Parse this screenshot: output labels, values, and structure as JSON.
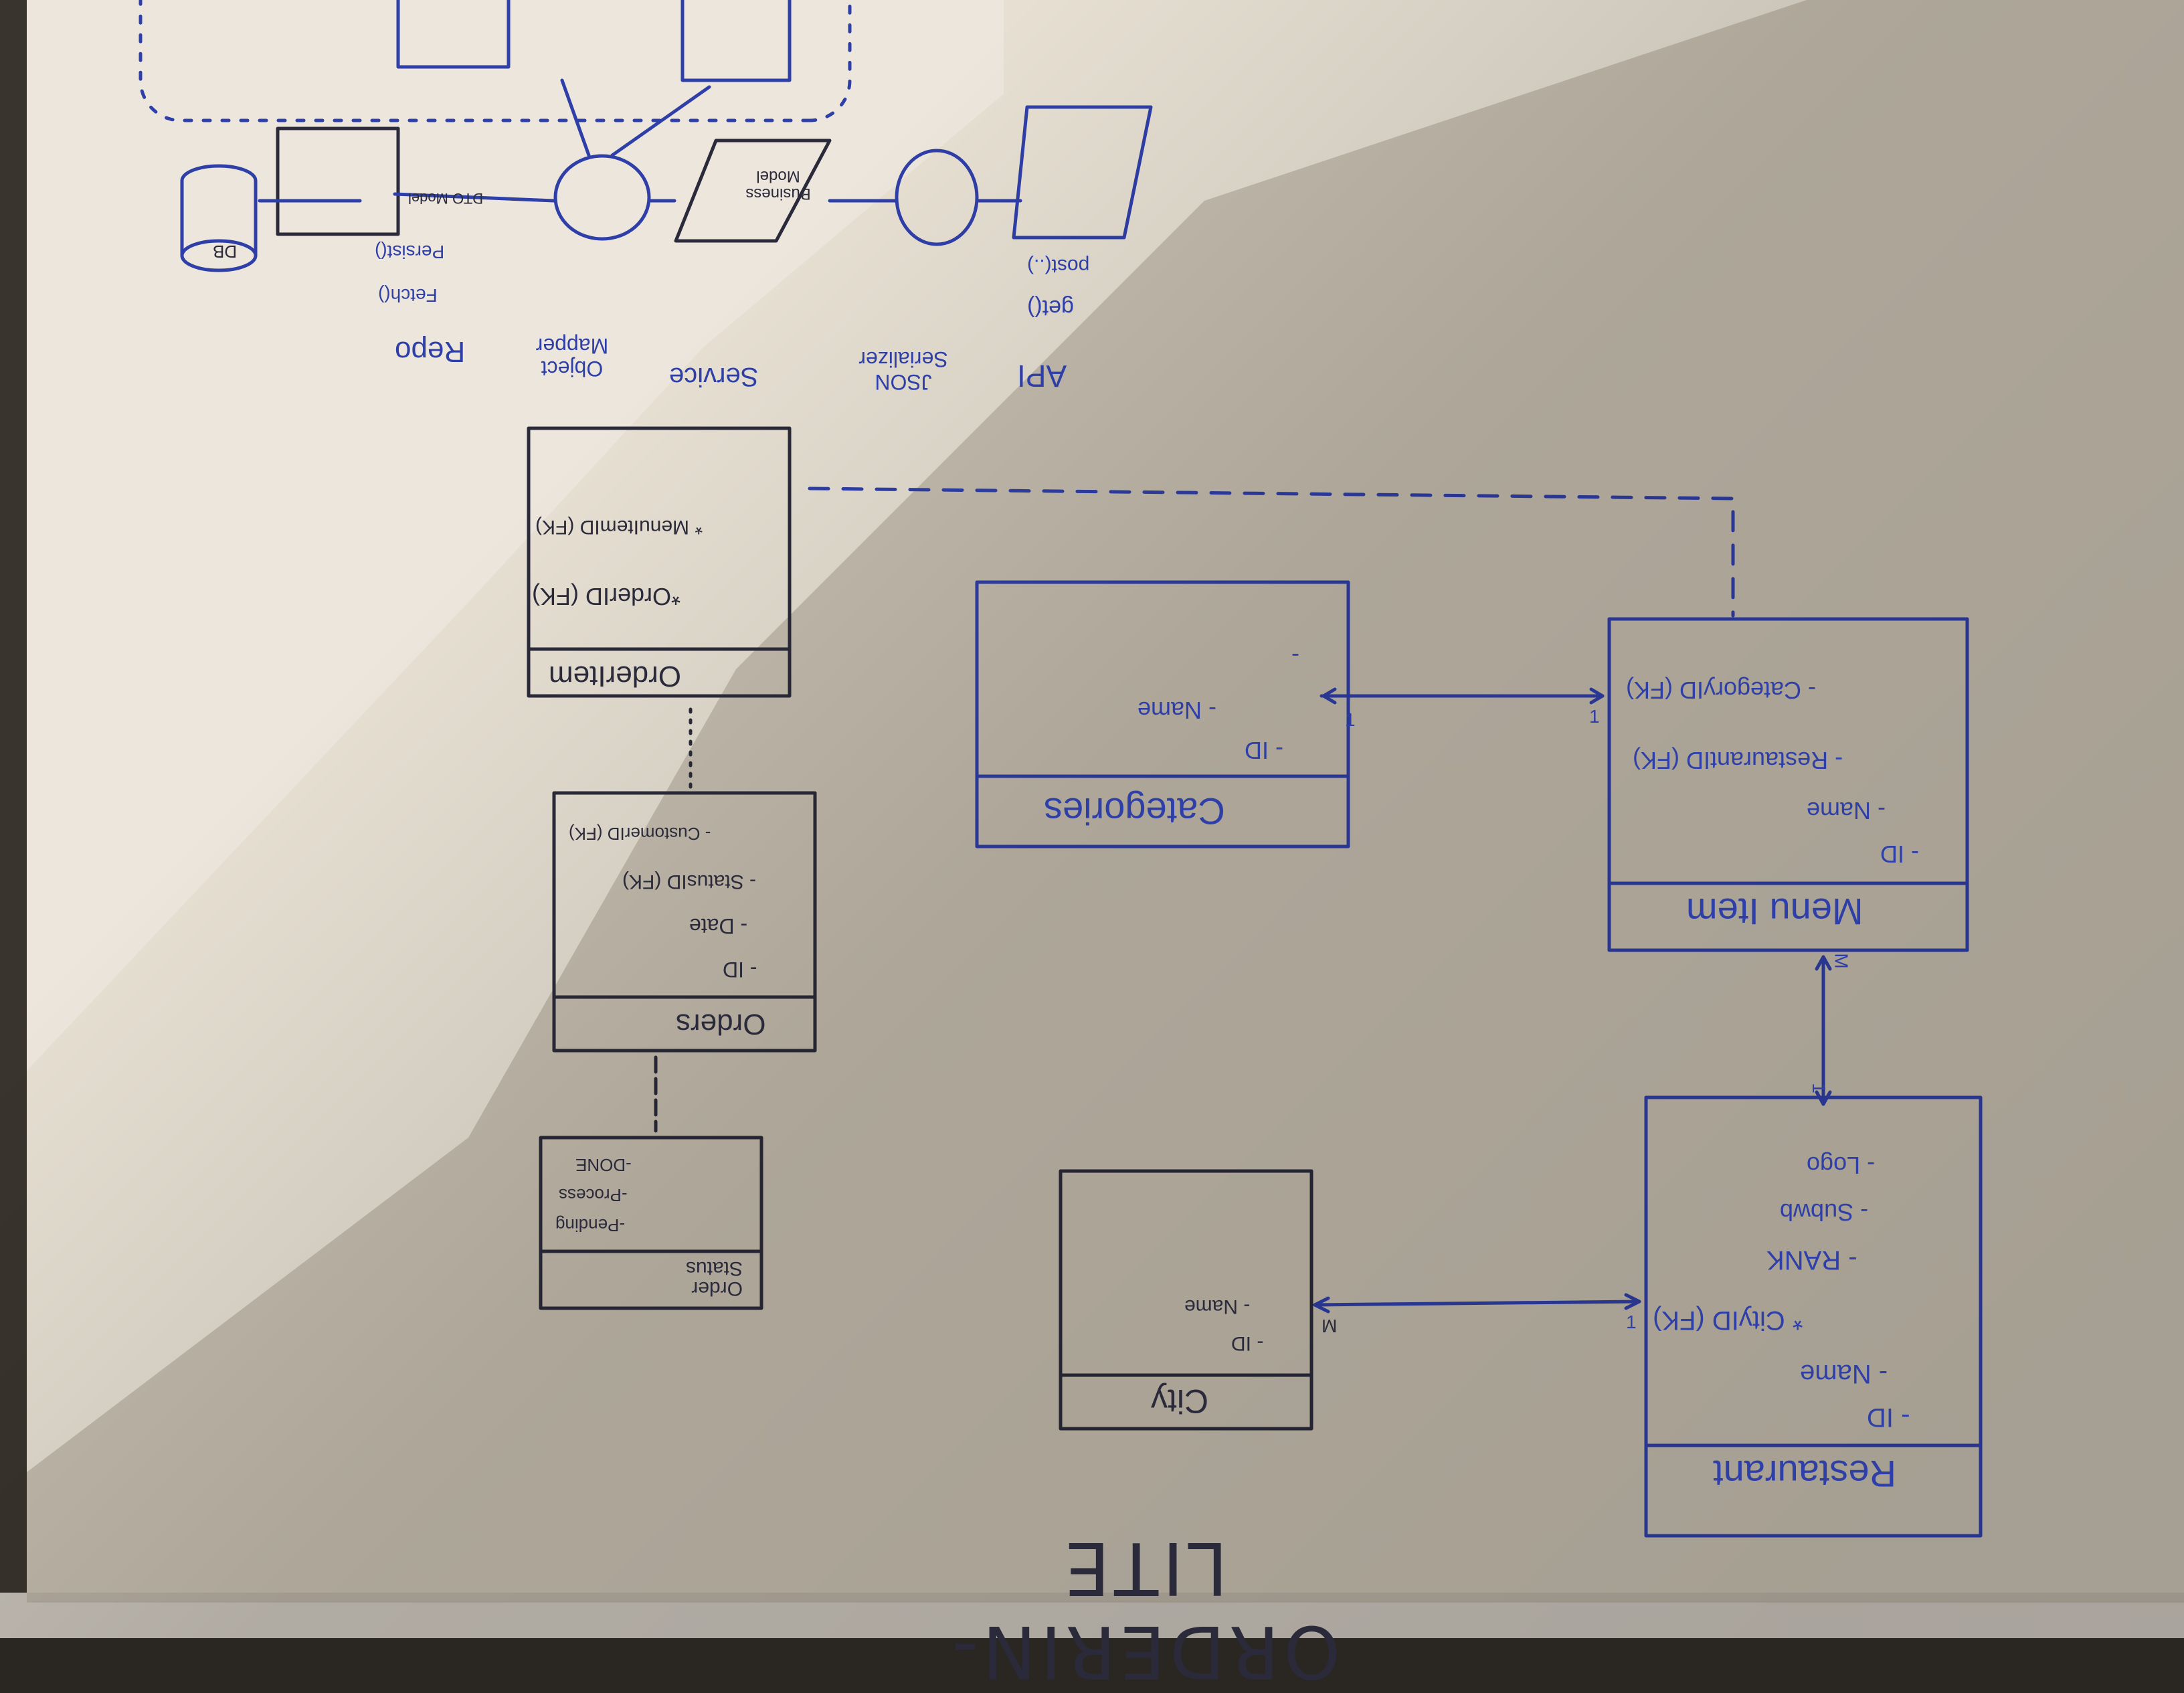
{
  "title": "ORDERIN-LITE",
  "colors": {
    "board": "#e9e2d6",
    "board_shadow": "#b9b3a8",
    "frame": "#cfcac2",
    "ink": "#2f3fa8",
    "ink_dark": "#2b2a3a"
  },
  "architecture": {
    "db": "DB",
    "repo": {
      "label": "Repo",
      "methods": [
        "Fetch()",
        "Persist()"
      ]
    },
    "object_mapper": "Object Mapper",
    "service": "Service",
    "json_serializer": "JSON Serializer",
    "api": {
      "label": "API",
      "methods": [
        "get()",
        "post(..)"
      ]
    },
    "dto_model": "DTO Model",
    "business_model": "Business Model"
  },
  "entities": {
    "restaurant": {
      "name": "Restaurant",
      "fields": [
        "- ID",
        "- Name",
        "* CityID (FK)",
        "- RANK",
        "- Subwb",
        "- Logo"
      ]
    },
    "city": {
      "name": "City",
      "fields": [
        "- ID",
        "- Name"
      ]
    },
    "menu_item": {
      "name": "Menu Item",
      "fields": [
        "- ID",
        "- Name",
        "- RestaurantID (FK)",
        "- CategoryID (FK)"
      ]
    },
    "categories": {
      "name": "Categories",
      "fields": [
        "- ID",
        "- Name",
        "-"
      ]
    },
    "order": {
      "name": "Orders",
      "fields": [
        "- ID",
        "- Date",
        "- StatusID (FK)",
        "- CustomerID (FK)"
      ]
    },
    "order_item": {
      "name": "OrderItem",
      "fields": [
        "*OrderID (FK)",
        "* MenuItemID (FK)"
      ]
    },
    "order_status": {
      "name": "Order Status",
      "fields": [
        "-Pending",
        "-Process",
        "-DONE"
      ]
    }
  },
  "cardinality": {
    "one": "1",
    "many": "M"
  }
}
